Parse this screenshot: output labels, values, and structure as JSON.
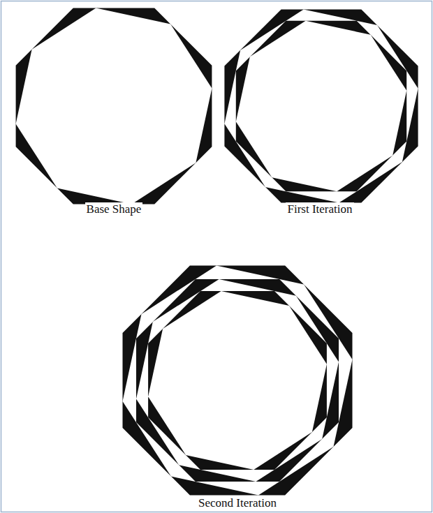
{
  "diagram": {
    "labels": [
      "Base Shape",
      "First Iteration",
      "Second Iteration"
    ]
  }
}
